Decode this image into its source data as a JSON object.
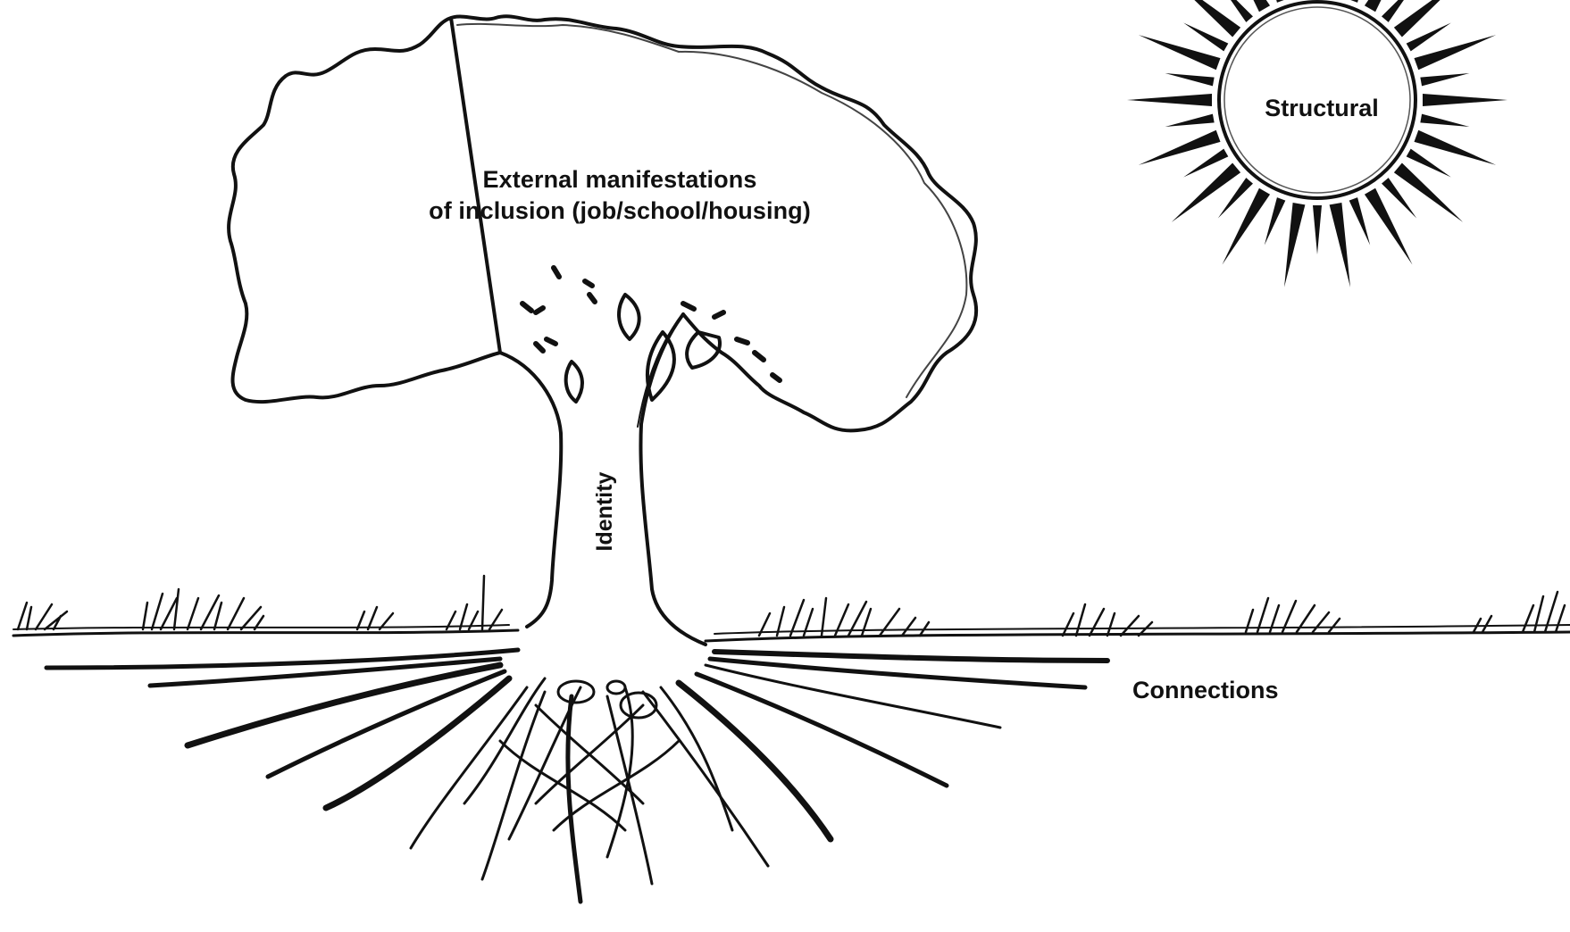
{
  "labels": {
    "canopy_line1": "External manifestations",
    "canopy_line2": "of inclusion (job/school/housing)",
    "sun": "Structural",
    "trunk": "Identity",
    "roots": "Connections"
  },
  "colors": {
    "ink": "#111111",
    "background": "#ffffff"
  },
  "icons": {
    "tree": "tree-illustration",
    "sun": "sun-icon",
    "grass": "grass-ground"
  }
}
